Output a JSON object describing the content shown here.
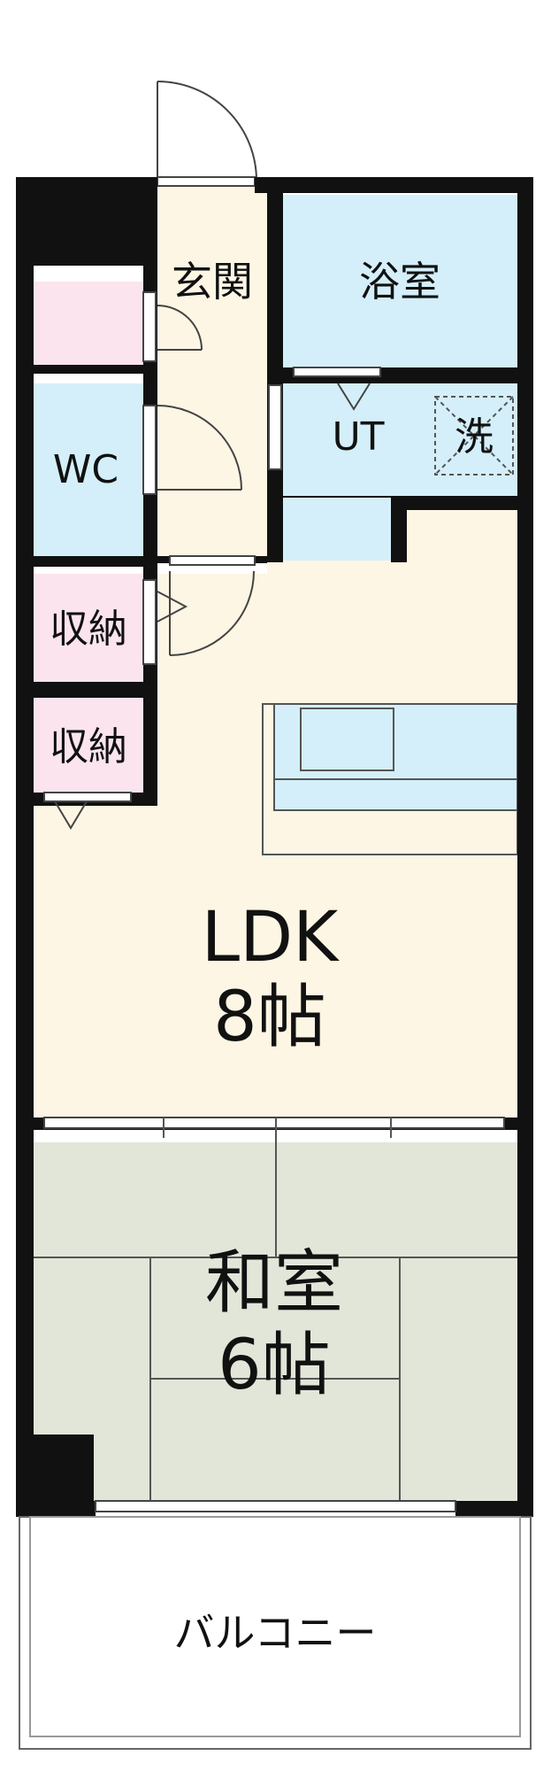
{
  "rooms": {
    "entrance": "玄関",
    "bath": "浴室",
    "utility": "UT",
    "washer": "洗",
    "wc": "WC",
    "storage_upper": "収納",
    "storage_lower": "収納",
    "ldk_name": "LDK",
    "ldk_size": "8帖",
    "washitsu_name": "和室",
    "washitsu_size": "6帖",
    "balcony": "バルコニー"
  },
  "colors": {
    "wall": "#111111",
    "wet_area": "#d4effa",
    "storage": "#fbe4ee",
    "ldk_floor": "#fdf6e4",
    "tatami": "#e1e6d9",
    "balcony": "#ffffff"
  }
}
